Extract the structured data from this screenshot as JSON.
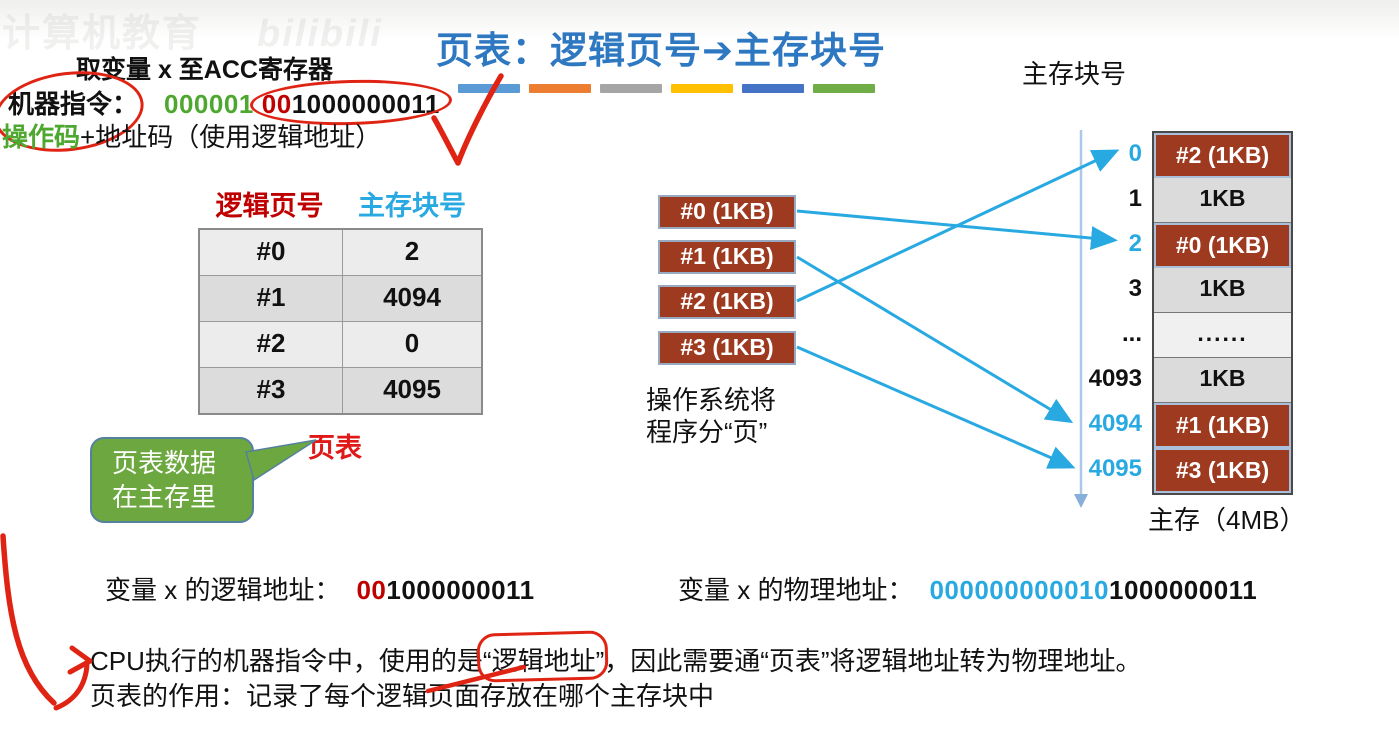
{
  "watermark": {
    "brand_cn": "计算机教育",
    "brand": "bilibili"
  },
  "title": "页表：逻辑页号➔主存块号",
  "accent_bar_colors": [
    "#5B9BD5",
    "#ED7D31",
    "#A5A5A5",
    "#FFC000",
    "#4472C4",
    "#70AD47"
  ],
  "palette": {
    "title_blue": "#2E78C2",
    "annotation_red": "#E02414",
    "dark_red": "#C00000",
    "green": "#4EA72E",
    "cyan": "#29A9E1",
    "page_brown": "#9E3A1F",
    "bubble_green": "#6CA83F"
  },
  "instruction": {
    "caption": "取变量 x 至ACC寄存器",
    "label": "机器指令：",
    "opcode_bits": "000001",
    "page_bits": "00",
    "offset_bits": "1000000011",
    "opcode_label": "操作码",
    "addr_suffix": "+地址码（使用逻辑地址）"
  },
  "page_table": {
    "col_headers": [
      {
        "label": "逻辑页号"
      },
      {
        "label": "主存块号"
      }
    ],
    "rows": [
      {
        "page": "#0",
        "block": "2"
      },
      {
        "page": "#1",
        "block": "4094"
      },
      {
        "page": "#2",
        "block": "0"
      },
      {
        "page": "#3",
        "block": "4095"
      }
    ],
    "caption": "页表"
  },
  "bubble": {
    "line1": "页表数据",
    "line2": "在主存里"
  },
  "process_pages": {
    "boxes": [
      "#0 (1KB)",
      "#1 (1KB)",
      "#2 (1KB)",
      "#3 (1KB)"
    ],
    "note_line1": "操作系统将",
    "note_line2": "程序分“页”"
  },
  "main_memory": {
    "header": "主存块号",
    "rows": [
      {
        "label": "0",
        "cell": "#2 (1KB)"
      },
      {
        "label": "1",
        "cell": "1KB"
      },
      {
        "label": "2",
        "cell": "#0 (1KB)"
      },
      {
        "label": "3",
        "cell": "1KB"
      },
      {
        "label": "...",
        "cell": "......"
      },
      {
        "label": "4093",
        "cell": "1KB"
      },
      {
        "label": "4094",
        "cell": "#1 (1KB)"
      },
      {
        "label": "4095",
        "cell": "#3 (1KB)"
      }
    ],
    "caption": "主存（4MB）"
  },
  "addresses": {
    "logical_label": "变量 x 的逻辑地址：",
    "logical_page": "00",
    "logical_offset": "1000000011",
    "physical_label": "变量 x 的物理地址：",
    "physical_block": "000000000010",
    "physical_offset": "1000000011"
  },
  "footer": {
    "line1_pre": "CPU执行的机器指令中，使用的是",
    "line1_circled": "“逻辑地址”",
    "line1_post": "，因此需要通“页表”将逻辑地址转为物理地址。",
    "line2": "页表的作用：记录了每个逻辑页面存放在哪个主存块中"
  }
}
